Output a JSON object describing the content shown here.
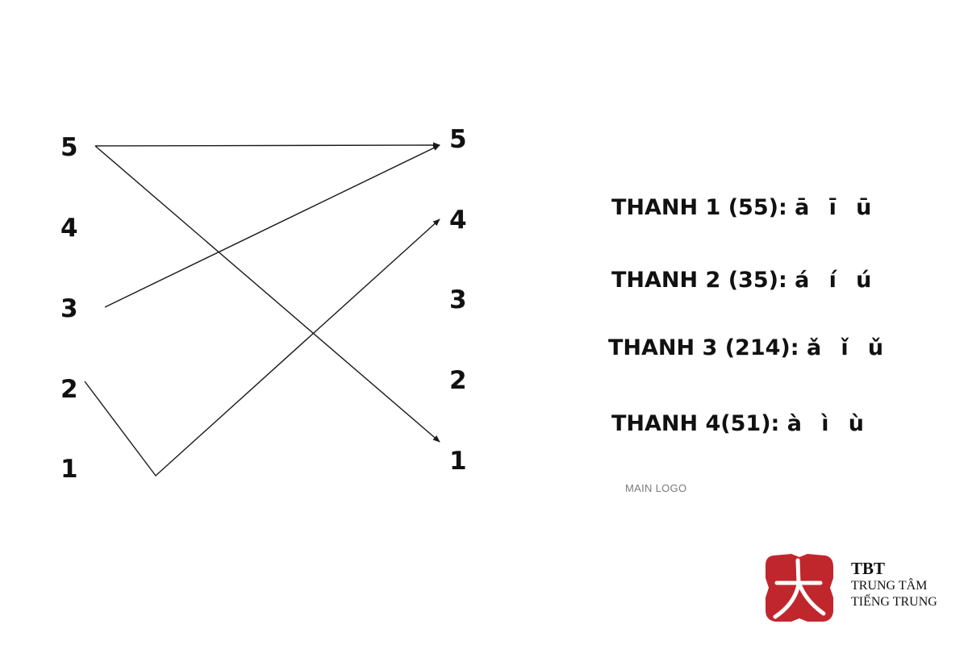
{
  "diagram": {
    "left_levels": [
      "5",
      "4",
      "3",
      "2",
      "1"
    ],
    "right_levels": [
      "5",
      "4",
      "3",
      "2",
      "1"
    ],
    "tones": [
      {
        "name": "THANH 1 (55):",
        "vowels": "ā ī ū",
        "path": [
          5,
          5
        ]
      },
      {
        "name": "THANH 2 (35):",
        "vowels": "á í ú",
        "path": [
          3,
          5
        ]
      },
      {
        "name": "THANH 3 (214):",
        "vowels": "ǎ ǐ ǔ",
        "path": [
          2,
          1,
          4
        ]
      },
      {
        "name": "THANH 4(51):",
        "vowels": "à ì ù",
        "path": [
          5,
          1
        ]
      }
    ],
    "line_color": "#1a1a1a"
  },
  "caption": "MAIN LOGO",
  "brand": {
    "name": "TBT",
    "line1": "TRUNG TÂM",
    "line2": "TIẾNG TRUNG",
    "mark_color": "#c0272d",
    "mark_glyph": "大"
  }
}
